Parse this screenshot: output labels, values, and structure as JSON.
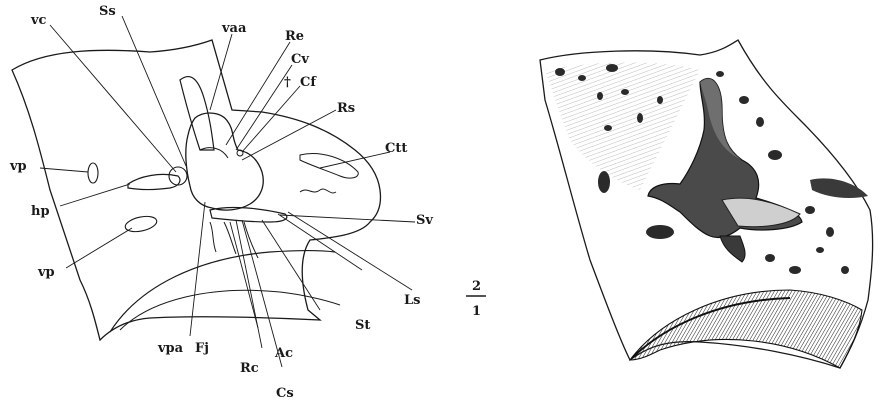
{
  "figure": {
    "labels": {
      "vc": "vc",
      "Ss": "Ss",
      "vaa": "vaa",
      "Re": "Re",
      "Cv": "Cv",
      "dagger": "†",
      "Cf": "Cf",
      "Rs": "Rs",
      "Ctt": "Ctt",
      "vp_upper": "vp",
      "hp": "hp",
      "Sv": "Sv",
      "vp_lower": "vp",
      "vpa": "vpa",
      "Fj": "Fj",
      "Rc": "Rc",
      "Ac": "Ac",
      "St": "St",
      "Ls": "Ls",
      "Cs": "Cs"
    },
    "scale": {
      "numerator": "2",
      "denominator": "1"
    }
  }
}
